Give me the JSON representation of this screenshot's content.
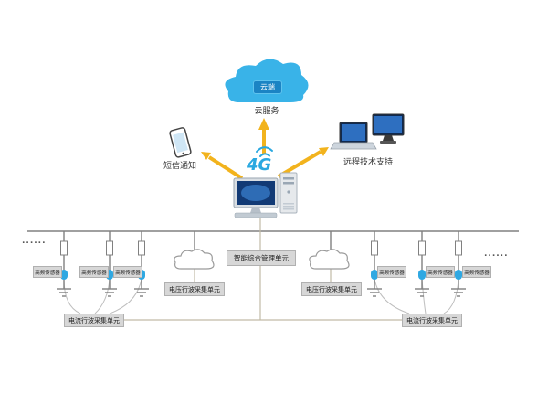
{
  "diagram": {
    "cloud": {
      "chip": "云端",
      "caption": "云服务"
    },
    "sms": {
      "caption": "短信通知"
    },
    "remote": {
      "caption": "远程技术支持"
    },
    "network": {
      "label": "4G"
    },
    "boxes": {
      "management": "智能综合管理单元",
      "voltage": "电压行波采集单元",
      "current": "电流行波采集单元",
      "sensor": "高频传感器"
    },
    "ellipsis": "......",
    "colors": {
      "cloud_blue": "#39b3e8",
      "chip_blue": "#1b84c4",
      "arrow_yellow": "#f2b31d",
      "accent_blue": "#2aa8e0",
      "box_bg": "#d7d7d7",
      "line_gray": "#808080",
      "connector_tan": "#c2bba6"
    }
  }
}
